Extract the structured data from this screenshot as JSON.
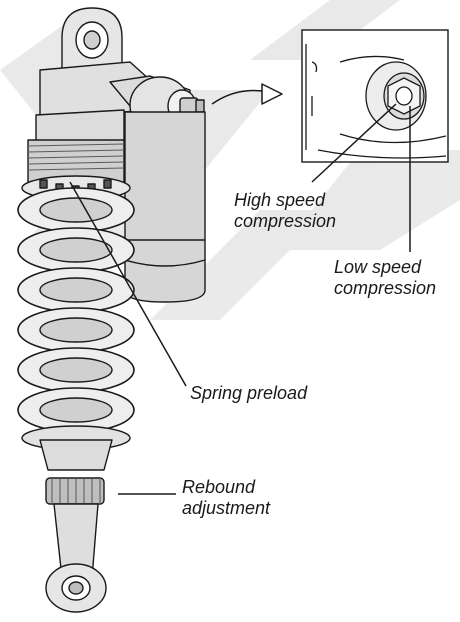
{
  "labels": {
    "high_speed_line1": "High speed",
    "high_speed_line2": "compression",
    "low_speed_line1": "Low speed",
    "low_speed_line2": "compression",
    "spring_preload": "Spring preload",
    "rebound_line1": "Rebound",
    "rebound_line2": "adjustment"
  },
  "colors": {
    "watermark": "#d4d4d4",
    "ink": "#1a1a1a",
    "body_shade": "#d9d9d9",
    "body_dark": "#bdbdbd"
  }
}
